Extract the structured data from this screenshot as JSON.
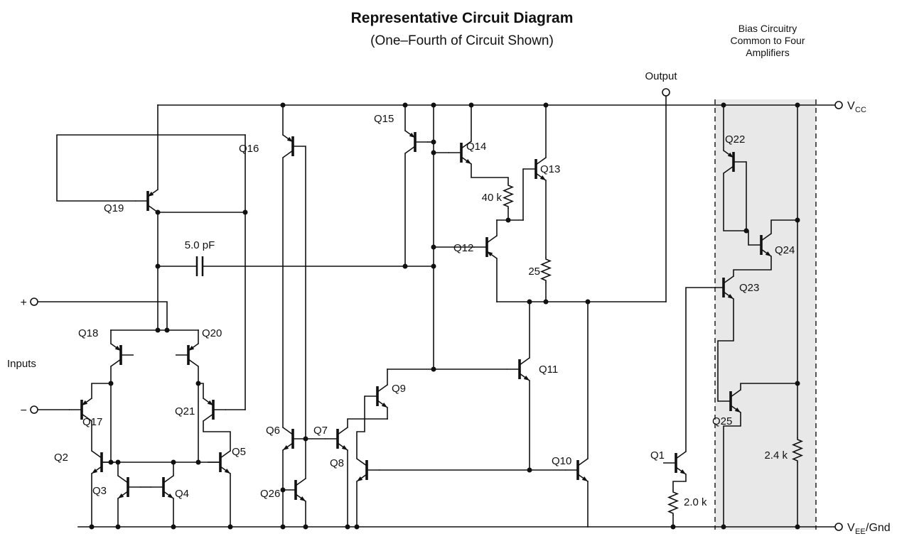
{
  "header": {
    "title": "Representative Circuit Diagram",
    "subtitle": "(One–Fourth of Circuit Shown)"
  },
  "bias_note": {
    "line1": "Bias Circuitry",
    "line2": "Common to Four",
    "line3": "Amplifiers"
  },
  "terminals": {
    "output": "Output",
    "inputs": "Inputs",
    "plus": "+",
    "minus": "−",
    "vcc_prefix": "V",
    "vcc_sub": "CC",
    "vee_prefix": "V",
    "vee_sub": "EE",
    "vee_suffix": "/Gnd"
  },
  "transistors": {
    "q1": "Q1",
    "q2": "Q2",
    "q3": "Q3",
    "q4": "Q4",
    "q5": "Q5",
    "q6": "Q6",
    "q7": "Q7",
    "q8": "Q8",
    "q9": "Q9",
    "q10": "Q10",
    "q11": "Q11",
    "q12": "Q12",
    "q13": "Q13",
    "q14": "Q14",
    "q15": "Q15",
    "q16": "Q16",
    "q17": "Q17",
    "q18": "Q18",
    "q19": "Q19",
    "q20": "Q20",
    "q21": "Q21",
    "q22": "Q22",
    "q23": "Q23",
    "q24": "Q24",
    "q25": "Q25",
    "q26": "Q26"
  },
  "passives": {
    "c_comp": "5.0 pF",
    "r_40k": "40 k",
    "r_25": "25",
    "r_2k0": "2.0 k",
    "r_2k4": "2.4 k"
  },
  "colors": {
    "bias_region": "#e8e8e8",
    "ink": "#111111"
  }
}
